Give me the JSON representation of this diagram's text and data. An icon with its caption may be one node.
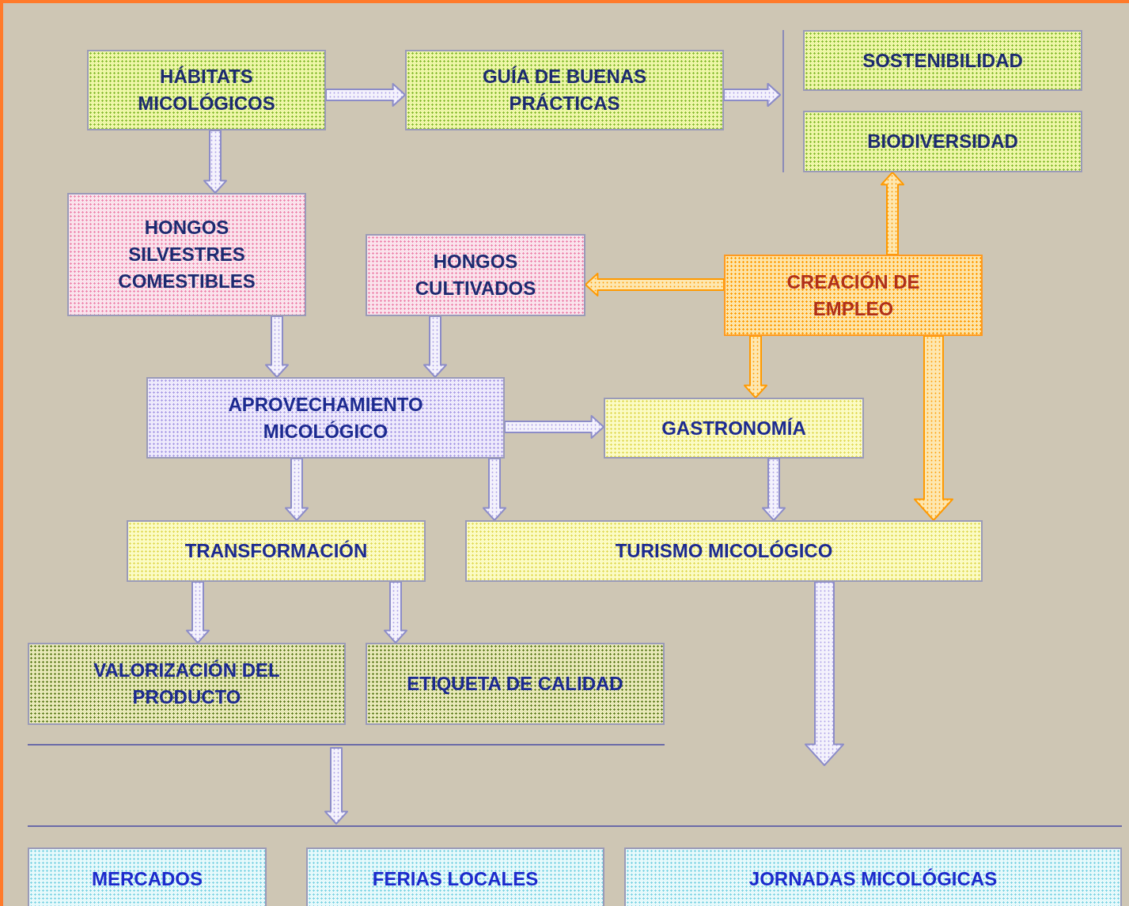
{
  "diagram": {
    "nodes": [
      {
        "text": [
          "HÁBITATS MICOLÓGICOS"
        ]
      },
      {
        "text": [
          "GUÍA DE BUENAS PRÁCTICAS"
        ]
      },
      {
        "text": [
          "SOSTENIBILIDAD"
        ]
      },
      {
        "text": [
          "BIODIVERSIDAD"
        ]
      },
      {
        "text": [
          "HONGOS SILVESTRES COMESTIBLES"
        ]
      },
      {
        "text": [
          "HONGOS CULTIVADOS"
        ]
      },
      {
        "text": [
          "CREACIÓN DE EMPLEO"
        ]
      },
      {
        "text": [
          "APROVECHAMIENTO MICOLÓGICO"
        ]
      },
      {
        "text": [
          "GASTRONOMÍA"
        ]
      },
      {
        "text": [
          "TRANSFORMACIÓN"
        ]
      },
      {
        "text": [
          "TURISMO MICOLÓGICO"
        ]
      },
      {
        "text": [
          "VALORIZACIÓN DEL PRODUCTO"
        ]
      },
      {
        "text": [
          "ETIQUETA DE CALIDAD"
        ]
      },
      {
        "text": [
          "MERCADOS"
        ]
      },
      {
        "text": [
          "FERIAS LOCALES"
        ]
      },
      {
        "text": [
          "JORNADAS MICOLÓGICAS"
        ]
      }
    ],
    "edges": [
      {
        "from": 0,
        "to": 1,
        "arrow": "to"
      },
      {
        "from": 1,
        "to": 2,
        "arrow": "to"
      },
      {
        "from": 1,
        "to": 3,
        "arrow": "to"
      },
      {
        "from": 0,
        "to": 4,
        "arrow": "to"
      },
      {
        "from": 4,
        "to": 7,
        "arrow": "to"
      },
      {
        "from": 5,
        "to": 7,
        "arrow": "to"
      },
      {
        "from": 6,
        "to": 5,
        "arrow": "to",
        "color": "#ff9900"
      },
      {
        "from": 6,
        "to": 3,
        "arrow": "to",
        "color": "#ff9900"
      },
      {
        "from": 6,
        "to": 8,
        "arrow": "to",
        "color": "#ff9900"
      },
      {
        "from": 6,
        "to": 10,
        "arrow": "to",
        "style": "thick",
        "color": "#ff9900"
      },
      {
        "from": 7,
        "to": 8,
        "arrow": "to"
      },
      {
        "from": 7,
        "to": 9,
        "arrow": "to"
      },
      {
        "from": 7,
        "to": 10,
        "arrow": "to"
      },
      {
        "from": 8,
        "to": 10,
        "arrow": "to"
      },
      {
        "from": 9,
        "to": 11,
        "arrow": "to"
      },
      {
        "from": 9,
        "to": 12,
        "arrow": "to"
      },
      {
        "from": 10,
        "to": null,
        "arrow": "to",
        "style": "thick"
      },
      {
        "from": 11,
        "to": 14,
        "arrow": "to"
      },
      {
        "from": 12,
        "to": 14,
        "arrow": "to"
      }
    ]
  }
}
